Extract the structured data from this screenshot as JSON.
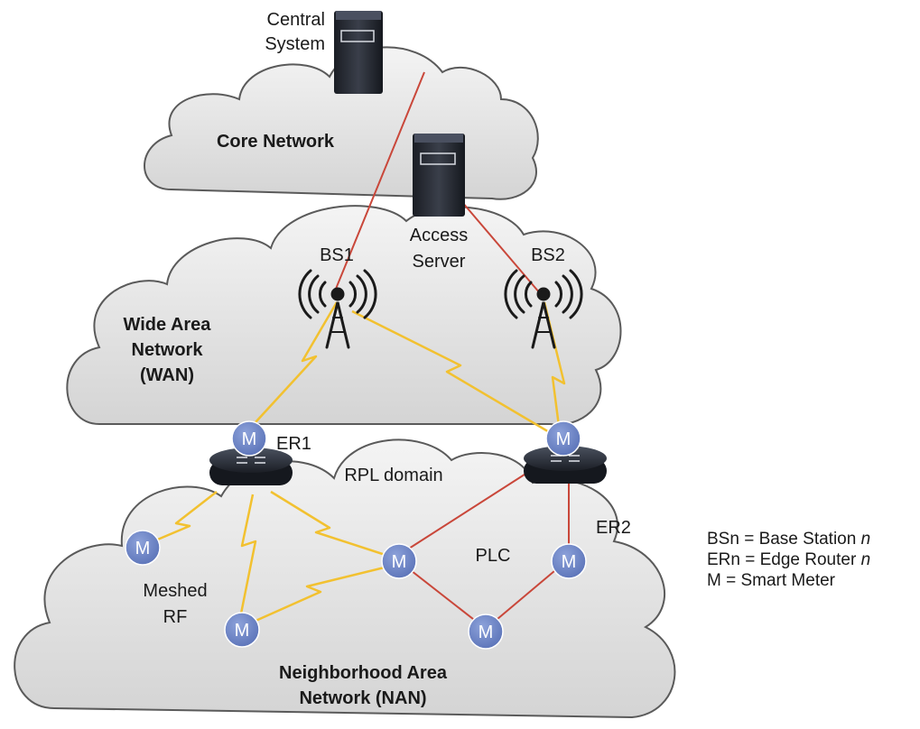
{
  "colors": {
    "rf_link": "#f2c130",
    "plc_link": "#c9473a",
    "meter_fill": "#6b83c4",
    "cloud_fill": "#e4e4e4",
    "cloud_stroke": "#5a5a5a"
  },
  "clouds": {
    "core": "Core Network",
    "wan": [
      "Wide Area",
      "Network",
      "(WAN)"
    ],
    "nan": [
      "Neighborhood Area",
      "Network (NAN)"
    ]
  },
  "servers": {
    "central": [
      "Central",
      "System"
    ],
    "access": [
      "Access",
      "Server"
    ]
  },
  "base_stations": [
    "BS1",
    "BS2"
  ],
  "routers": [
    "ER1",
    "ER2"
  ],
  "labels": {
    "rpl": "RPL domain",
    "plc": "PLC",
    "rf": [
      "Meshed",
      "RF"
    ]
  },
  "meter_label": "M",
  "legend": {
    "bs": {
      "text": "BSn = Base Station ",
      "var": "n"
    },
    "er": {
      "text": "ERn = Edge Router ",
      "var": "n"
    },
    "m": {
      "text": "M = Smart Meter"
    }
  }
}
